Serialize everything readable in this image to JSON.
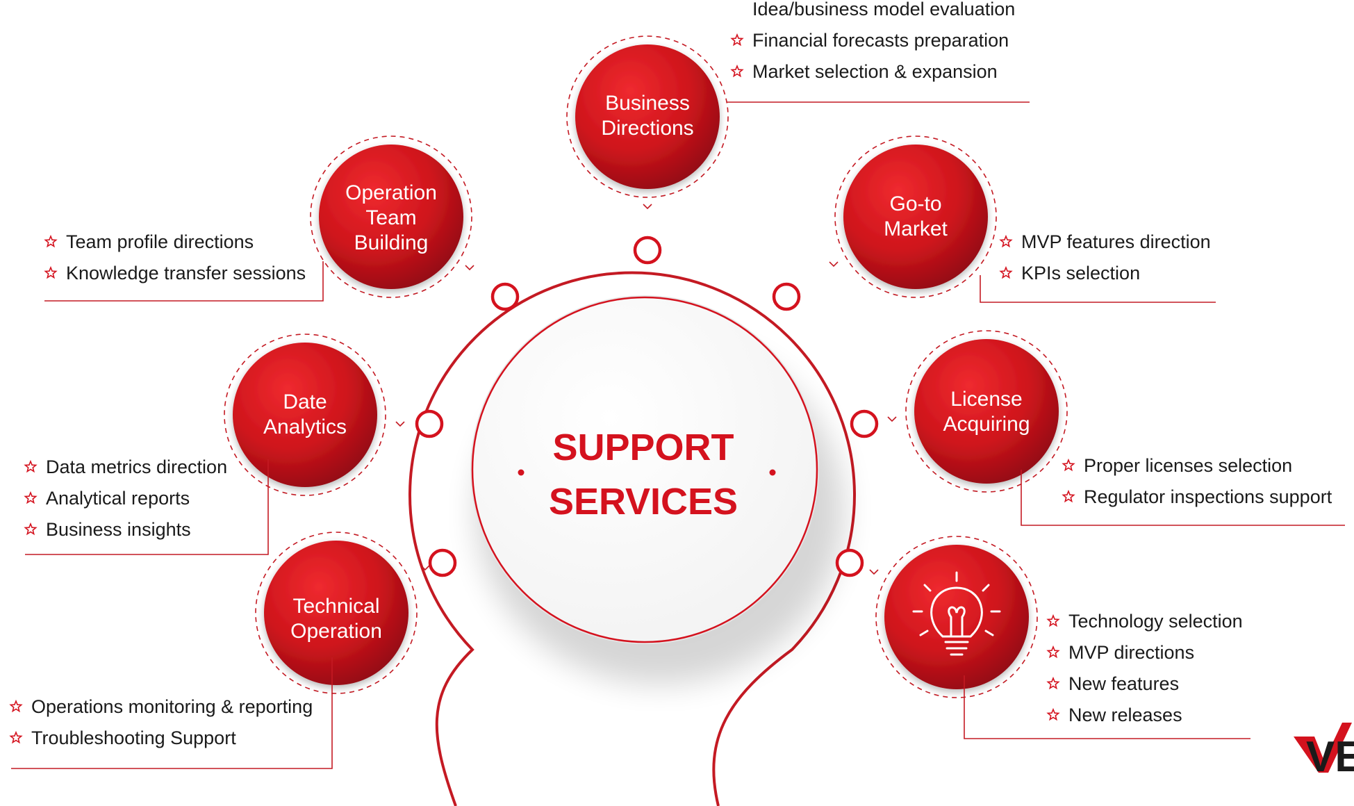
{
  "center": {
    "line1": "SUPPORT",
    "line2": "SERVICES"
  },
  "colors": {
    "accent": "#d4121e",
    "dark_red": "#8e0a12",
    "text": "#1a1a1a"
  },
  "logo": {
    "text": "VE"
  },
  "services": [
    {
      "id": "business-directions",
      "label": [
        "Business",
        "Directions"
      ],
      "items": [
        "Idea/business model evaluation",
        "Financial forecasts preparation",
        "Market selection & expansion"
      ]
    },
    {
      "id": "go-to-market",
      "label": [
        "Go-to",
        "Market"
      ],
      "items": [
        "MVP features direction",
        "KPIs selection"
      ]
    },
    {
      "id": "license-acquiring",
      "label": [
        "License",
        "Acquiring"
      ],
      "items": [
        "Proper licenses selection",
        "Regulator inspections support"
      ]
    },
    {
      "id": "innovation",
      "label": [],
      "icon": "lightbulb-icon",
      "items": [
        "Technology selection",
        "MVP directions",
        "New features",
        "New releases"
      ]
    },
    {
      "id": "technical-operation",
      "label": [
        "Technical",
        "Operation"
      ],
      "items": [
        "Operations monitoring & reporting",
        "Troubleshooting Support"
      ]
    },
    {
      "id": "data-analytics",
      "label": [
        "Date",
        "Analytics"
      ],
      "items": [
        "Data metrics direction",
        "Analytical reports",
        "Business insights"
      ]
    },
    {
      "id": "operation-team-building",
      "label": [
        "Operation",
        "Team",
        "Building"
      ],
      "items": [
        "Team profile directions",
        "Knowledge transfer sessions"
      ]
    }
  ]
}
